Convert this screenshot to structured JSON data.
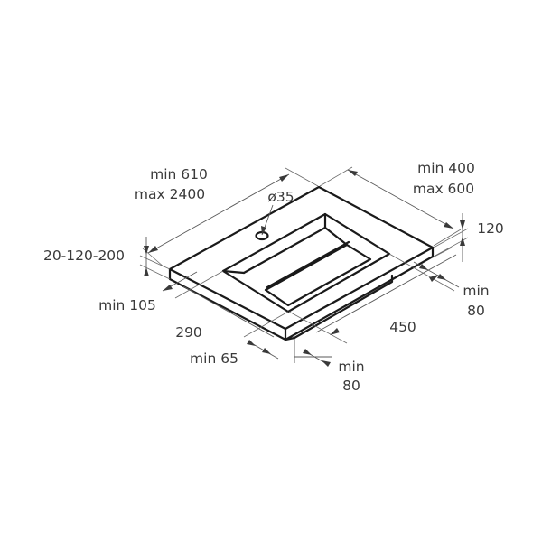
{
  "dimensions": {
    "width_line1": "min 610",
    "width_line2": "max 2400",
    "depth_line1": "min 400",
    "depth_line2": "max 600",
    "hole_diameter": "ø35",
    "top_thickness": "20-120-200",
    "height_right": "120",
    "left_margin": "min 105",
    "basin_front": "290",
    "front_margin": "min 65",
    "right_margin_line1": "min",
    "right_margin_line2": "80",
    "basin_length": "450",
    "bottom_margin_line1": "min",
    "bottom_margin_line2": "80"
  }
}
